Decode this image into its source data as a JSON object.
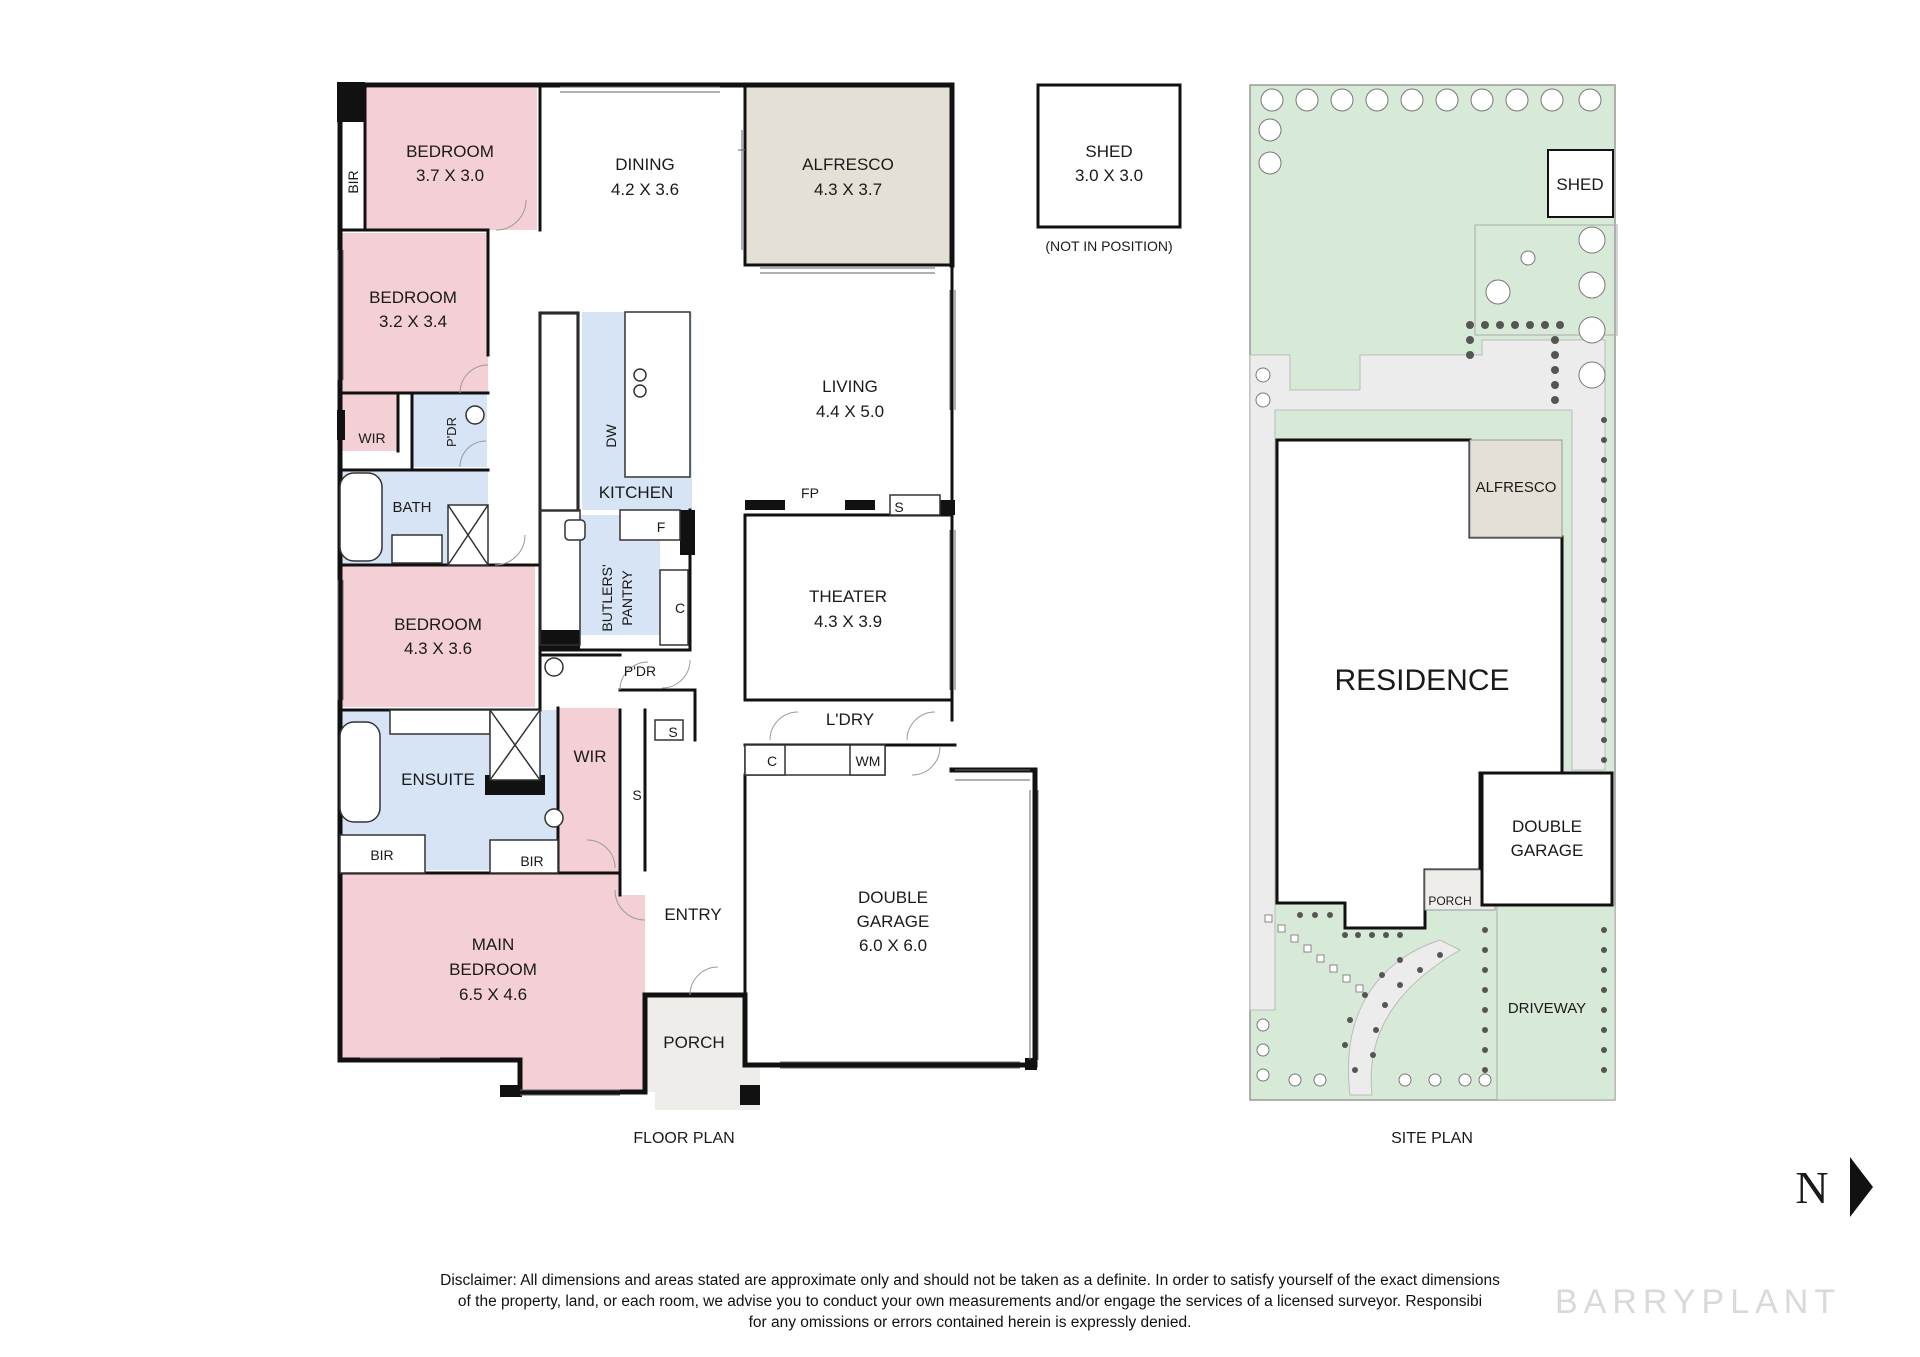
{
  "floor_plan": {
    "caption": "FLOOR PLAN",
    "rooms": {
      "bedroom1": {
        "name": "BEDROOM",
        "dims": "3.7 X 3.0"
      },
      "bedroom2": {
        "name": "BEDROOM",
        "dims": "3.2 X 3.4"
      },
      "bedroom3": {
        "name": "BEDROOM",
        "dims": "4.3 X 3.6"
      },
      "main_bedroom": {
        "name1": "MAIN",
        "name2": "BEDROOM",
        "dims": "6.5 X 4.6"
      },
      "dining": {
        "name": "DINING",
        "dims": "4.2 X 3.6"
      },
      "alfresco": {
        "name": "ALFRESCO",
        "dims": "4.3 X 3.7"
      },
      "living": {
        "name": "LIVING",
        "dims": "4.4 X 5.0"
      },
      "theater": {
        "name": "THEATER",
        "dims": "4.3 X 3.9"
      },
      "garage": {
        "name1": "DOUBLE",
        "name2": "GARAGE",
        "dims": "6.0 X 6.0"
      },
      "kitchen": {
        "name": "KITCHEN"
      },
      "butlers_pantry": {
        "name1": "BUTLERS'",
        "name2": "PANTRY"
      },
      "ensuite": {
        "name": "ENSUITE"
      },
      "bath": {
        "name": "BATH"
      },
      "entry": {
        "name": "ENTRY"
      },
      "porch": {
        "name": "PORCH"
      },
      "laundry": {
        "name": "L'DRY"
      }
    },
    "small_labels": {
      "bir": "BIR",
      "wir": "WIR",
      "pdr": "P'DR",
      "dw": "DW",
      "f": "F",
      "c": "C",
      "s": "S",
      "fp": "FP",
      "wm": "WM"
    }
  },
  "shed": {
    "name": "SHED",
    "dims": "3.0 X 3.0",
    "note": "(NOT IN POSITION)"
  },
  "site_plan": {
    "caption": "SITE PLAN",
    "labels": {
      "shed": "SHED",
      "alfresco": "ALFRESCO",
      "residence": "RESIDENCE",
      "garage1": "DOUBLE",
      "garage2": "GARAGE",
      "porch": "PORCH",
      "driveway": "DRIVEWAY"
    }
  },
  "north_label": "N",
  "disclaimer": {
    "line1": "Disclaimer: All dimensions and areas stated are approximate only and should not be taken as a definite. In order to satisfy yourself of the exact dimensions",
    "line2": "of the property, land, or each room, we advise you to conduct your own measurements and/or engage the services of a licensed surveyor. Responsibi",
    "line3": "for any omissions or errors contained herein is expressly denied."
  },
  "brand": "BARRYPLANT",
  "colors": {
    "bedroom": "#f4d0d6",
    "wet": "#d6e4f5",
    "alfresco": "#e4e0d6",
    "lawn": "#d7e9d7",
    "wall": "#111111"
  }
}
